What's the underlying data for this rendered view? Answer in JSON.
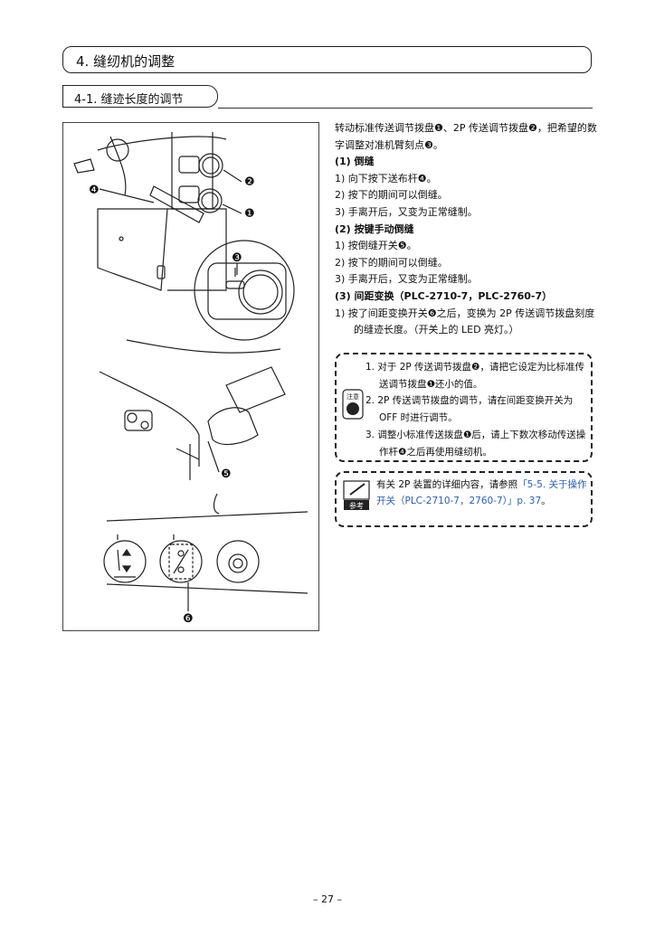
{
  "section_title": "4. 缝纫机的调整",
  "subsection_title": "4-1. 缝迹长度的调节",
  "intro": "转动标准传送调节拨盘❶、2P 传送调节拨盘❷，把希望的数字调整对准机臂刻点❸。",
  "reverse": {
    "heading": "(1)  倒缝",
    "items": [
      "1)    向下按下送布杆❹。",
      "2)    按下的期间可以倒缝。",
      "3)    手离开后，又变为正常缝制。"
    ]
  },
  "button_reverse": {
    "heading": "(2)  按键手动倒缝",
    "items": [
      "1)    按倒缝开关❺。",
      "2)    按下的期间可以倒缝。",
      "3)    手离开后，又变为正常缝制。"
    ]
  },
  "pitch": {
    "heading": "(3)  间距变换（PLC-2710-7，PLC-2760-7）",
    "item": "1)    按了间距变换开关❻之后，变换为 2P 传送调节拨盘刻度的缝迹长度。（开关上的 LED 亮灯。）"
  },
  "caution": {
    "icon_label": "注意",
    "items": [
      "1.  对于 2P 传送调节拨盘❷，请把它设定为比标准传送调节拨盘❶还小的值。",
      "2.  2P 传送调节拨盘的调节，请在间距变换开关为 OFF 时进行调节。",
      "3.  调整小标准传送拨盘❶后，请上下数次移动传送操作杆❹之后再使用缝纫机。"
    ]
  },
  "reference": {
    "icon_label": "参考",
    "text_before": "有关 2P 装置的详细内容，请参照",
    "link": "「5-5. 关于操作开关（PLC-2710-7，2760-7）」p. 37",
    "text_after": "。"
  },
  "figure": {
    "callouts": [
      "❶",
      "❷",
      "❸",
      "❹",
      "❺",
      "❻"
    ]
  },
  "page_number": "– 27 –"
}
